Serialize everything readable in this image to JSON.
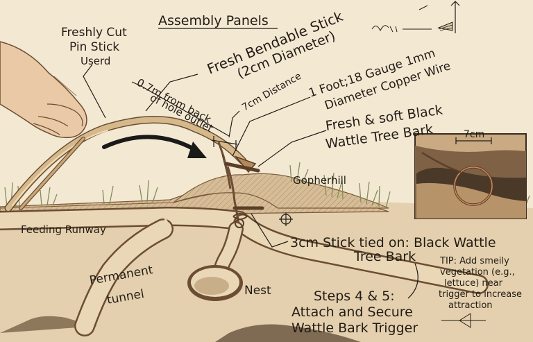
{
  "title": "Assembly Panels",
  "labels": {
    "pin_stick": [
      "Freshly Cut",
      "Pin Stick",
      "Userd"
    ],
    "bendable_stick": [
      "Fresh Bendable Stick",
      "(2cm Diameter)"
    ],
    "distance_back": [
      "0.7m from back",
      "of hole outlet"
    ],
    "distance_7cm": "7cm Distance",
    "copper_wire": [
      "1 Foot;18 Gauge 1mm",
      "Diameter Copper Wire"
    ],
    "black_wattle_bark": [
      "Fresh & soft Black",
      "Wattle Tree Bark"
    ],
    "gopherhill": "Gopherhill",
    "feeding_runway": "Feeding Runway",
    "stick_tied": [
      "3cm Stick tied on: Black Wattle",
      "Tree Bark"
    ],
    "permanent_tunnel": [
      "Permanent",
      "tunnel"
    ],
    "nest": "Nest",
    "steps": [
      "Steps 4 & 5:",
      "Attach and Secure",
      "Wattle Bark Trigger"
    ],
    "tip": [
      "TIP: Add smeily",
      "vegetation (e.g.,",
      "lettuce) near",
      "trigger to increase",
      "attraction"
    ],
    "inset_measure": "7cm"
  },
  "colors": {
    "background": "#f3e8d2",
    "soil": "#c9aa82",
    "soil_dark": "#8a6a48",
    "tunnel": "#e8d4b4",
    "stick": "#c8a878",
    "skin": "#e9c9a6",
    "grass": "#7f8f5a",
    "ink": "#221c16"
  },
  "icons": [
    "hand-icon",
    "crosshair-icon",
    "arrow-icon",
    "signature-mark-icon",
    "triangle-mark-icon"
  ]
}
